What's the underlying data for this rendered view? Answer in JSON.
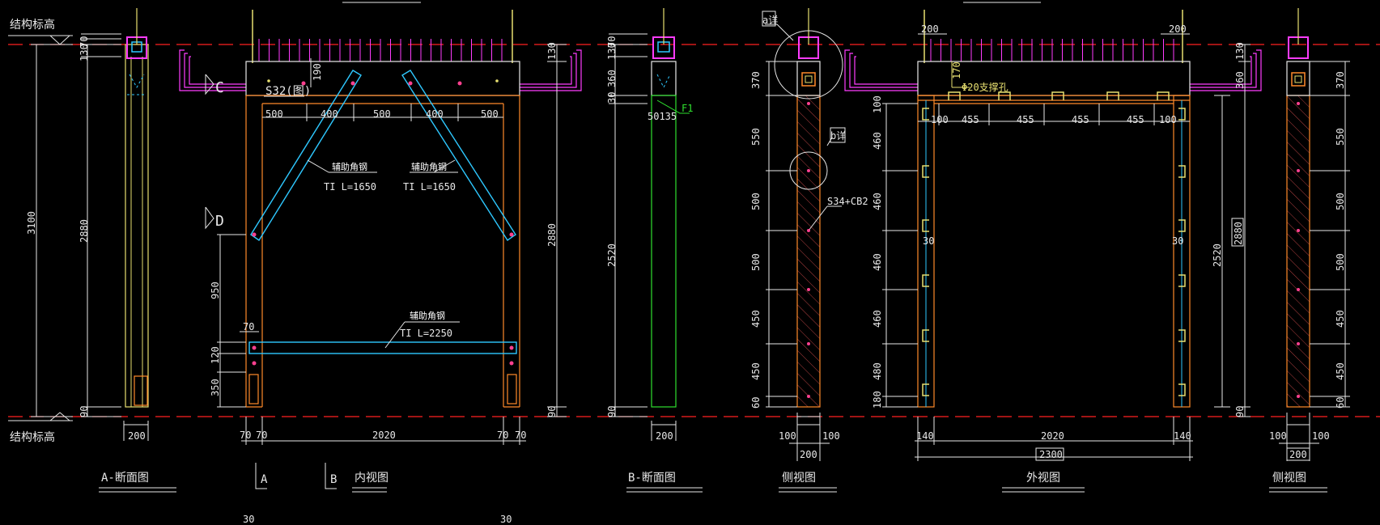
{
  "labels": {
    "struct_top": "结构标高",
    "struct_bottom": "结构标高",
    "view_a": "A-断面图",
    "view_b": "B-断面图",
    "view_inner": "内视图",
    "view_side_1": "侧视图",
    "view_outer": "外视图",
    "view_side_2": "侧视图",
    "sec_c": "C",
    "sec_d": "D",
    "sec_a": "A",
    "sec_b": "B",
    "det_a": "a详",
    "det_b": "b详",
    "brace_name": "辅助角钢",
    "brace_l1": "TI L=1650",
    "brace_l2": "TI L=1650",
    "brace_l3": "TI L=2250",
    "s32": "S32(图)",
    "s34": "S34+CB2",
    "f1": "F1",
    "dia20": "Φ20支撑孔"
  },
  "dims": {
    "h3100": "3100",
    "h2880": "2880",
    "h2520": "2520",
    "d130": "130",
    "d70": "70",
    "d90": "90",
    "d200": "200",
    "d2020": "2020",
    "d2300": "2300",
    "d500": "500",
    "d400": "400",
    "d455": "455",
    "d950": "950",
    "d120": "120",
    "d350": "350",
    "d370": "370",
    "d550": "550",
    "d450": "450",
    "d360": "360",
    "d460": "460",
    "d480": "480",
    "d180": "180",
    "d100": "100",
    "d140": "140",
    "d60": "60",
    "d30": "30",
    "d170": "170",
    "d190": "190",
    "d5035": "50135"
  },
  "colors": {
    "background": "#000000",
    "struct_line": "#ff2020",
    "dimension": "#e8e8e8",
    "column_orange": "#ff8a2a",
    "brace_cyan": "#2ec8ff",
    "rebar_magenta": "#ff3cff",
    "rebar_yellow": "#e8e070",
    "bolt_pink": "#ff4090",
    "green_line": "#2ee02e",
    "hatch_red": "#b04040"
  }
}
